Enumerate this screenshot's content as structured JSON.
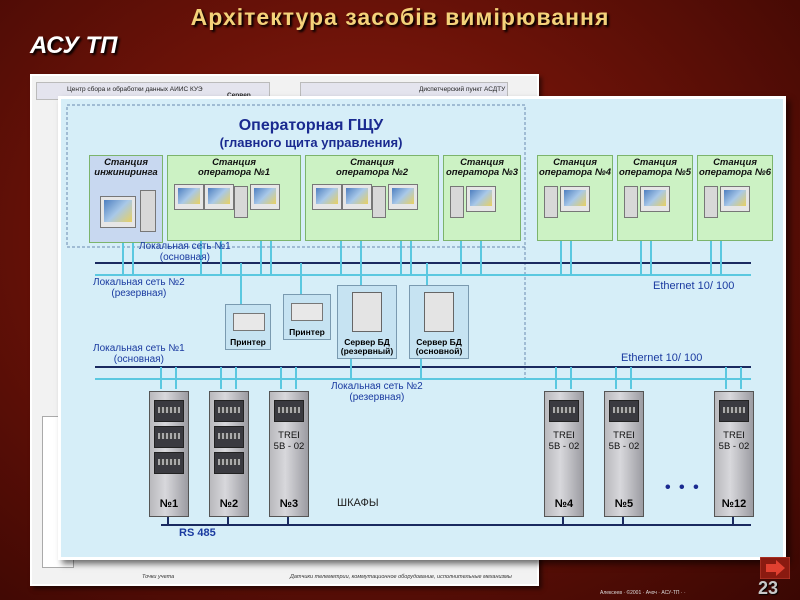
{
  "slide": {
    "title": "Архітектура засобів вимірювання",
    "subtitle": "АСУ ТП",
    "page_number": "23",
    "footer": "Алексеев · ©2001 · Ачоч · АСУ-ТП · ·"
  },
  "background_doc": {
    "header_left": "Центр сбора и обработки данных АИИС КУЭ",
    "header_server": "Сервер",
    "header_right": "Диспетчерский пункт АСДТУ",
    "footer_left": "Точки учета",
    "footer_right": "Датчики телеметрии, коммутационное оборудование, исполнительные механизмы"
  },
  "diagram": {
    "title_line1": "Операторная ГЩУ",
    "title_line2": "(главного щита управления)",
    "stations": [
      {
        "label": "Станция\nинжиниринга"
      },
      {
        "label": "Станция\nоператора №1"
      },
      {
        "label": "Станция\nоператора №2"
      },
      {
        "label": "Станция\nоператора №3"
      },
      {
        "label": "Станция\nоператора №4"
      },
      {
        "label": "Станция\nоператора №5"
      },
      {
        "label": "Станция\nоператора №6"
      }
    ],
    "networks": {
      "lan1_top": "Локальная сеть №1\n(основная)",
      "lan2_top": "Локальная сеть №2\n(резервная)",
      "ethernet_top": "Ethernet 10/ 100",
      "lan1_mid": "Локальная сеть №1\n(основная)",
      "ethernet_mid": "Ethernet 10/ 100",
      "lan2_mid": "Локальная сеть №2\n(резервная)",
      "rs485": "RS 485"
    },
    "devices": [
      {
        "label": "Принтер"
      },
      {
        "label": "Принтер"
      },
      {
        "label": "Сервер БД\n(резервный)"
      },
      {
        "label": "Сервер БД\n(основной)"
      }
    ],
    "cabinets": [
      {
        "num": "№1",
        "trei": ""
      },
      {
        "num": "№2",
        "trei": ""
      },
      {
        "num": "№3",
        "trei": "TREI\n5B - 02"
      },
      {
        "num": "№4",
        "trei": "TREI\n5B - 02"
      },
      {
        "num": "№5",
        "trei": "TREI\n5B - 02"
      },
      {
        "num": "№12",
        "trei": "TREI\n5B - 02"
      }
    ],
    "cabinets_label": "ШКАФЫ",
    "ellipsis": "• • •"
  },
  "colors": {
    "title": "#f4d27a",
    "panel_bg": "#d6eef8",
    "station_bg": "#ccf2c4",
    "network_line": "#5ac8e0",
    "bus_line": "#1a2a60",
    "rs485_text": "#1a3aa0"
  }
}
